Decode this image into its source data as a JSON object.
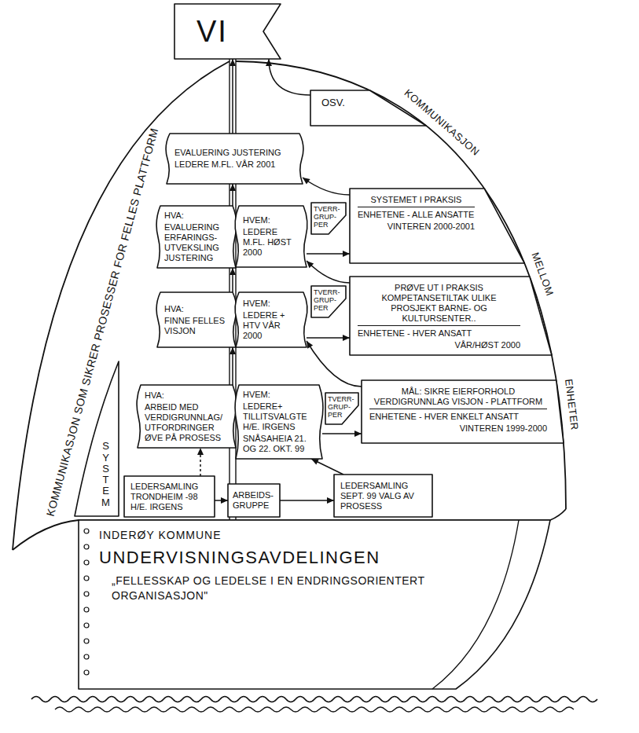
{
  "diagram": {
    "nodes": [
      {
        "text": [
          "VI"
        ]
      },
      {
        "text": [
          "OSV."
        ]
      },
      {
        "text": [
          "EVALUERING JUSTERING",
          "LEDERE M.FL. VÅR 2001"
        ]
      },
      {
        "text": [
          "TVERR- GRUP- PER"
        ]
      },
      {
        "text": [
          "SYSTEMET I PRAKSIS",
          "ENHETENE - ALLE ANSATTE",
          "VINTEREN 2000-2001"
        ]
      },
      {
        "text": [
          "HVA:",
          "EVALUERING ERFARINGS- UTVEKSLING JUSTERING"
        ]
      },
      {
        "text": [
          "HVEM:",
          "LEDERE M.FL. HØST 2000"
        ]
      },
      {
        "text": [
          "TVERR- GRUP- PER"
        ]
      },
      {
        "text": [
          "PRØVE UT I PRAKSIS KOMPETANSETILTAK ULIKE PROSJEKT BARNE- OG KULTURSENTER..",
          "ENHETENE - HVER ANSATT",
          "VÅR/HØST 2000"
        ]
      },
      {
        "text": [
          "HVA:",
          "FINNE FELLES VISJON"
        ]
      },
      {
        "text": [
          "HVEM:",
          "LEDERE + HTV VÅR 2000"
        ]
      },
      {
        "text": [
          "TVERR- GRUP- PER"
        ]
      },
      {
        "text": [
          "MÅL: SIKRE EIERFORHOLD VERDIGRUNNLAG VISJON - PLATTFORM",
          "ENHETENE - HVER ENKELT ANSATT",
          "VINTEREN 1999-2000"
        ]
      },
      {
        "text": [
          "HVA:",
          "ARBEID MED VERDIGRUNNLAG/ UTFORDRINGER ØVE PÅ PROSESS"
        ]
      },
      {
        "text": [
          "HVEM:",
          "LEDERE+ TILLITSVALGTE H/E. IRGENS",
          "SNÅSAHEIA 21. OG 22. OKT. 99"
        ]
      },
      {
        "text": [
          "LEDERSAMLING TRONDHEIM -98 H/E. IRGENS"
        ]
      },
      {
        "text": [
          "ARBEIDS- GRUPPE"
        ]
      },
      {
        "text": [
          "LEDERSAMLING SEPT. 99 VALG AV PROSESS"
        ]
      },
      {
        "text": [
          "INDERØY KOMMUNE",
          "UNDERVISNINGSAVDELINGEN",
          "„FELLESSKAP OG LEDELSE I EN ENDRINGSORIENTERT ORGANISASJON\""
        ]
      },
      {
        "text": [
          "SYSTEM"
        ]
      }
    ],
    "edges": [
      {
        "from": 15,
        "to": 16,
        "arrow": "to"
      },
      {
        "from": 16,
        "to": 17,
        "arrow": "to"
      },
      {
        "from": 17,
        "to": 14,
        "arrow": "to"
      },
      {
        "from": 15,
        "to": 13,
        "arrow": "to"
      },
      {
        "from": 13,
        "to": 9,
        "arrow": "to"
      },
      {
        "from": 9,
        "to": 5,
        "arrow": "to"
      },
      {
        "from": 5,
        "to": 2,
        "arrow": "to"
      },
      {
        "from": 2,
        "to": 0,
        "arrow": "to"
      },
      {
        "from": 14,
        "to": 12,
        "arrow": "to"
      },
      {
        "from": 12,
        "to": 10,
        "arrow": "to"
      },
      {
        "from": 10,
        "to": 8,
        "arrow": "to"
      },
      {
        "from": 8,
        "to": 6,
        "arrow": "to"
      },
      {
        "from": 6,
        "to": 4,
        "arrow": "to"
      },
      {
        "from": 4,
        "to": 2,
        "arrow": "to"
      },
      {
        "from": 1,
        "to": 0,
        "arrow": "to"
      }
    ],
    "labels": [
      "KOMMUNIKASJON SOM SIKRER PROSESSER FOR FELLES PLATTFORM",
      "KOMMUNIKASJON",
      "MELLOM",
      "ENHETER"
    ]
  }
}
